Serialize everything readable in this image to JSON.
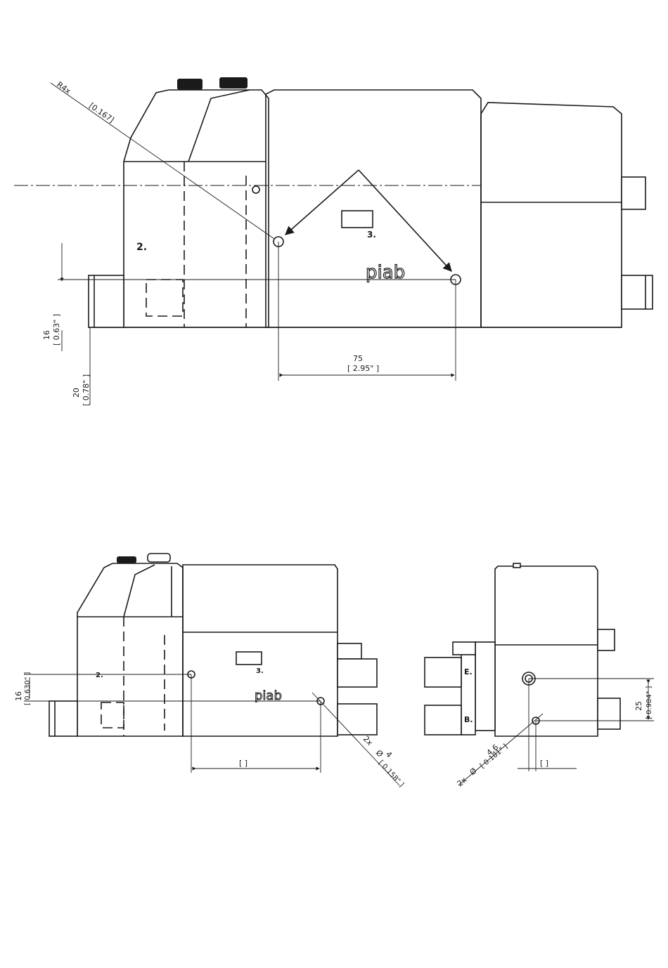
{
  "views": {
    "top": {
      "labels": {
        "port2": "2.",
        "port3": "3."
      },
      "brand": "piab",
      "dims": {
        "angled_top": "R4x",
        "angled_bottom": "[0.167]",
        "height_16": "16",
        "height_16_in": "[ 0.63\" ]",
        "height_20": "20",
        "height_20_in": "[ 0.78\" ]",
        "spacing_75": "75",
        "spacing_75_in": "[ 2.95\" ]"
      }
    },
    "front": {
      "labels": {
        "port2": "2.",
        "port3": "3."
      },
      "brand": "piab",
      "dims": {
        "height_16": "16",
        "height_16_in": "[ 0.630\" ]",
        "spacing_bracket": "[          ]",
        "hole_count": "2x",
        "hole_symbol": "Ø",
        "hole_dia": "4",
        "hole_dia_in": "[ 0.158\" ]"
      }
    },
    "side": {
      "labels": {
        "portE": "E.",
        "portB": "B."
      },
      "dims": {
        "height_25": "25",
        "height_25_in": "[ 0.984\" ]",
        "spacing_bracket": "[          ]",
        "hole_count": "2x",
        "hole_symbol": "Ø",
        "hole_dia": "4.6",
        "hole_dia_in": "[ 0.181\" ]"
      }
    }
  }
}
